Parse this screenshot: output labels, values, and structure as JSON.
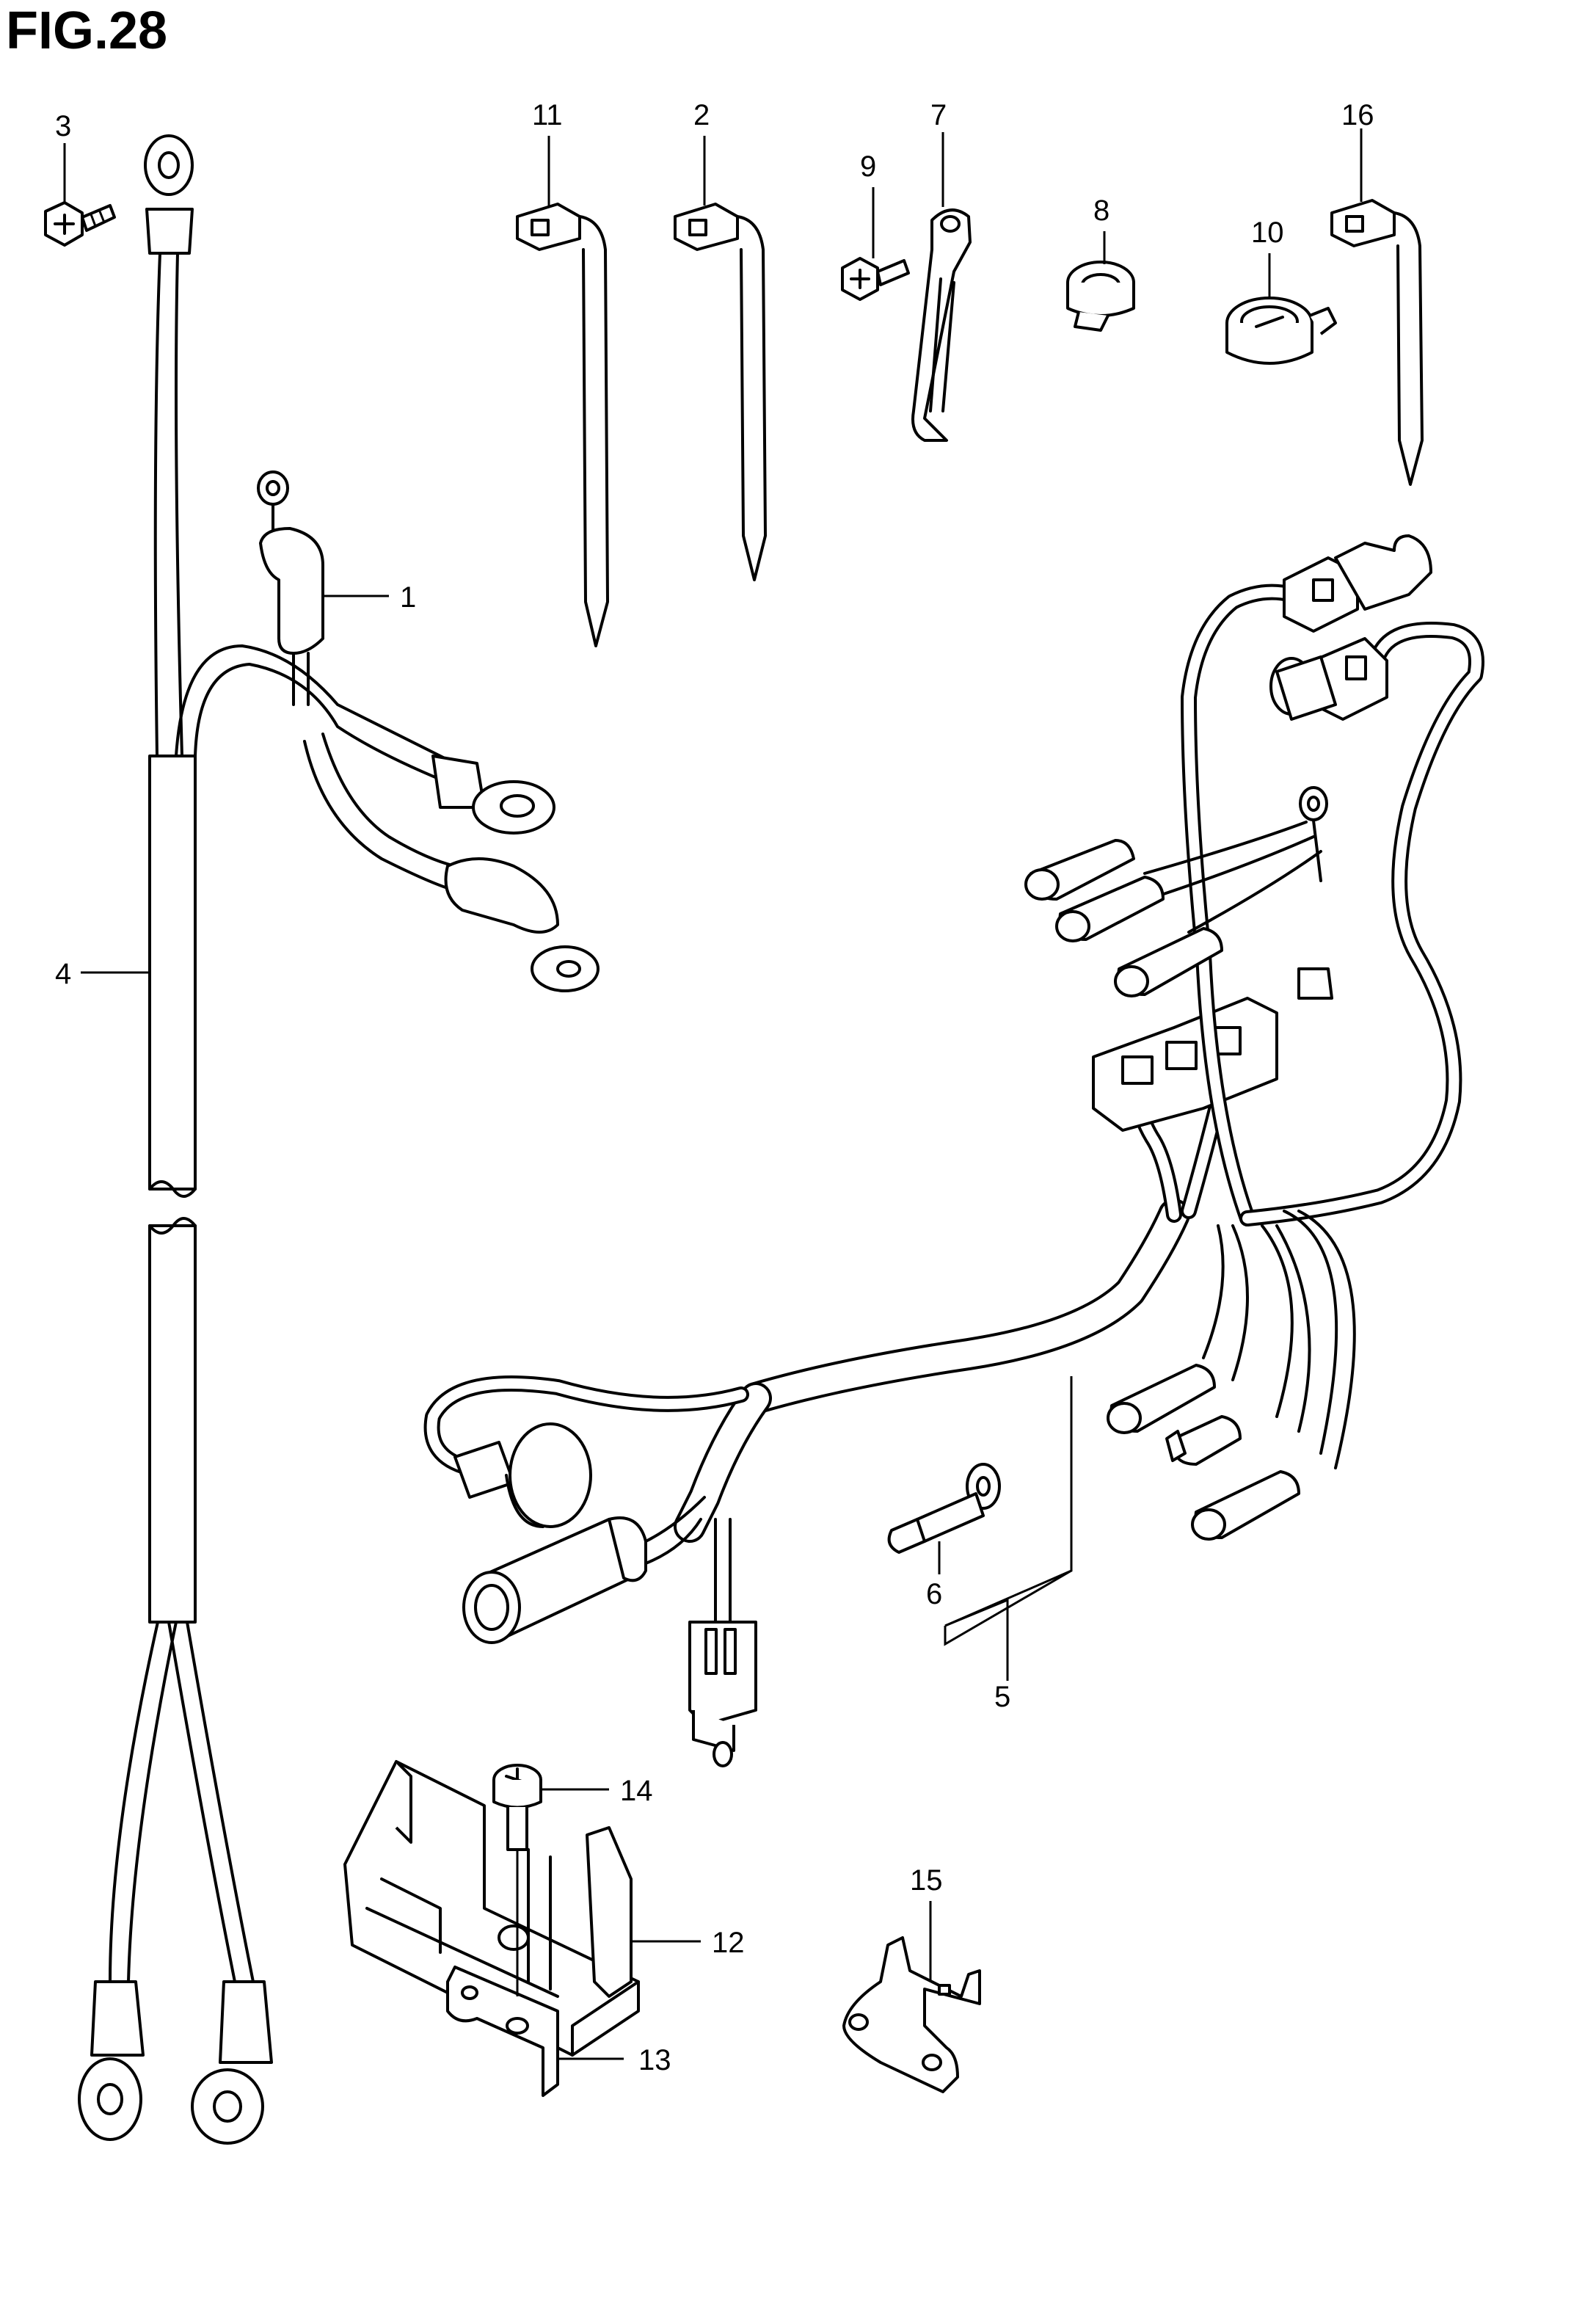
{
  "figure": {
    "title": "FIG.28"
  },
  "callouts": {
    "p1": "1",
    "p2": "2",
    "p3": "3",
    "p4": "4",
    "p5": "5",
    "p6": "6",
    "p7": "7",
    "p8": "8",
    "p9": "9",
    "p10": "10",
    "p11": "11",
    "p12": "12",
    "p13": "13",
    "p14": "14",
    "p15": "15",
    "p16": "16"
  },
  "colors": {
    "line": "#000000",
    "background": "#ffffff"
  }
}
